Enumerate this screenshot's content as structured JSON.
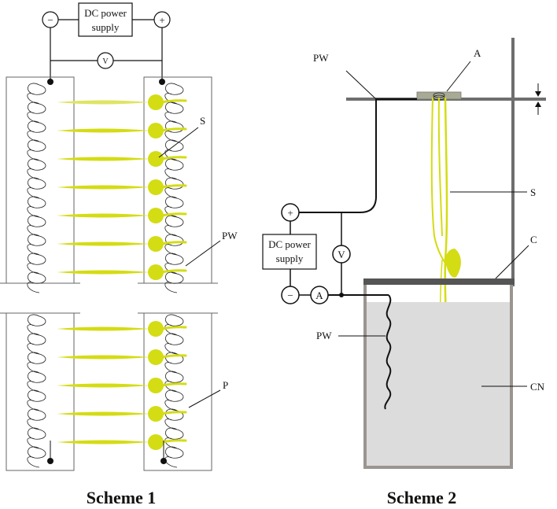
{
  "colors": {
    "line": "#111111",
    "frame": "#6e6e6e",
    "spermatozoa": "#d4dc14",
    "spermatozoa_light": "#dfe463",
    "liquid": "#dcdcdc",
    "container": "#9a958f",
    "holder": "#a8aa94"
  },
  "scheme1": {
    "caption": "Scheme 1",
    "power_supply": [
      "DC power",
      "supply"
    ],
    "minus_sign": "−",
    "plus_sign": "+",
    "voltmeter": "V",
    "labels": {
      "s": "S",
      "pw": "PW",
      "p": "P"
    },
    "upper_rows": 7,
    "lower_rows": 5
  },
  "scheme2": {
    "caption": "Scheme 2",
    "power_supply": [
      "DC power",
      "supply"
    ],
    "plus_sign": "+",
    "minus_sign": "−",
    "voltmeter": "V",
    "ammeter": "A",
    "labels": {
      "pw_top": "PW",
      "a": "A",
      "s": "S",
      "c": "C",
      "pw_bottom": "PW",
      "cn": "CN"
    }
  }
}
